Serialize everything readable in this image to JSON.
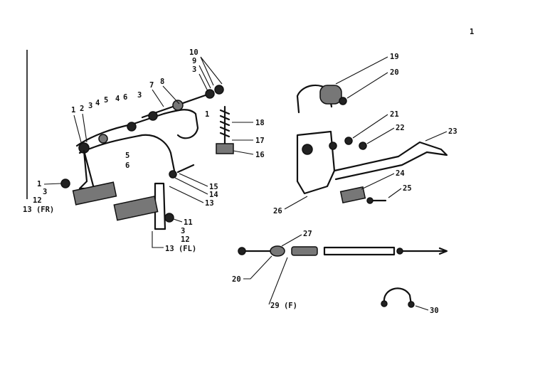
{
  "page_mark": "1",
  "callouts": {
    "c1": "1",
    "c2": "2",
    "c3a": "3",
    "c4a": "4",
    "c5a": "5",
    "c4b": "4",
    "c6a": "6",
    "c3b": "3",
    "c7": "7",
    "c8": "8",
    "c10": "10",
    "c9": "9",
    "c3c": "3",
    "c1b": "1",
    "c5b": "5",
    "c6b": "6",
    "c18": "18",
    "c17": "17",
    "c16": "16",
    "c15": "15",
    "c14": "14",
    "c13a": "13",
    "c1c": "1",
    "c3d": "3",
    "c12a": "12",
    "c13fr": "13 (FR)",
    "c11": "11",
    "c3e": "3",
    "c12b": "12",
    "c13fl": "13 (FL)",
    "c19": "19",
    "c20a": "20",
    "c21": "21",
    "c22": "22",
    "c23": "23",
    "c24": "24",
    "c25": "25",
    "c26": "26",
    "c27": "27",
    "c20b": "20",
    "c29f": "29 (F)",
    "c30": "30"
  }
}
